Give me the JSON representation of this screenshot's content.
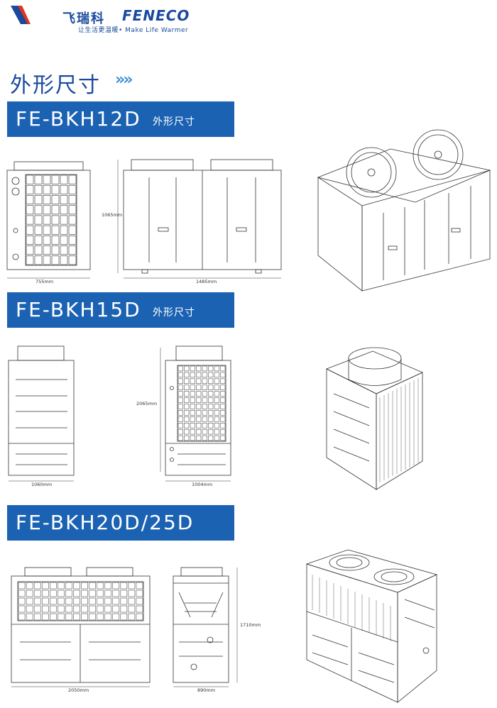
{
  "header": {
    "brand_cn": "飞瑞科",
    "brand_en": "FENECO",
    "slogan": "让生活更温暖• Make Life Warmer"
  },
  "section_title": "外形尺寸",
  "arrows": "»»",
  "models": [
    {
      "name": "FE-BKH12D",
      "sub": "外形尺寸",
      "dims": {
        "height": "1065mm",
        "width_side": "755mm",
        "width_front": "1485mm"
      }
    },
    {
      "name": "FE-BKH15D",
      "sub": "外形尺寸",
      "dims": {
        "height": "2065mm",
        "width_side": "1060mm",
        "width_front": "1004mm"
      }
    },
    {
      "name": "FE-BKH20D/25D",
      "sub": "",
      "dims": {
        "height": "1710mm",
        "width_front": "2050mm",
        "width_side": "890mm"
      }
    }
  ],
  "colors": {
    "accent": "#1c62b3",
    "brand": "#1a4a9e",
    "logo_red": "#e8321e"
  }
}
